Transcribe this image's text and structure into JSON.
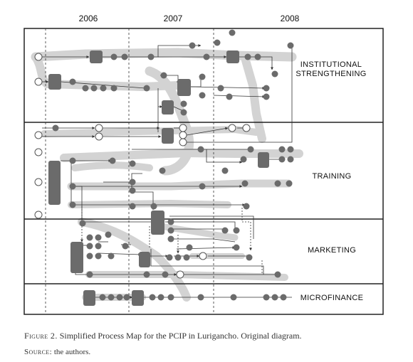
{
  "years": [
    "2006",
    "2007",
    "2008"
  ],
  "lanes": [
    "INSTITUTIONAL",
    "STRENGTHENING",
    "TRAINING",
    "MARKETING",
    "MICROFINANCE"
  ],
  "caption": {
    "figure_word": "Figure 2.",
    "text": "Simplified Process Map for the PCIP in Lurigancho. Original diagram."
  },
  "source": {
    "label": "Source:",
    "text": "the authors."
  },
  "colors": {
    "node": "#6b6b6b",
    "highlight": "#d5d5d5",
    "frame": "#222222",
    "arrow": "#333333"
  }
}
